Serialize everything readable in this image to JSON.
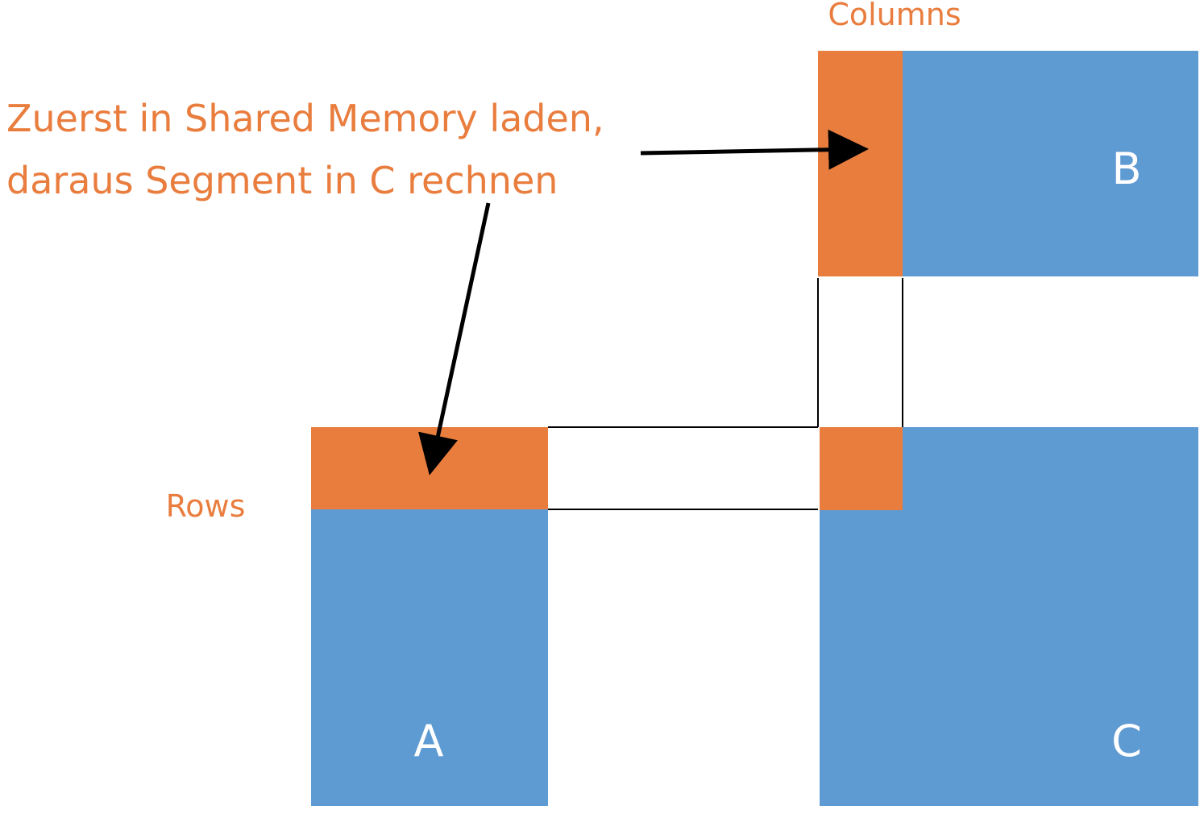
{
  "labels": {
    "columns": "Columns",
    "rows": "Rows",
    "annotation_line1": "Zuerst in Shared Memory laden,",
    "annotation_line2": "daraus Segment in C rechnen"
  },
  "matrices": {
    "a": "A",
    "b": "B",
    "c": "C"
  },
  "colors": {
    "matrix_blue": "#5f9bd3",
    "segment_orange": "#e97d3e",
    "text_orange": "#e97d3e",
    "line_black": "#000000"
  }
}
